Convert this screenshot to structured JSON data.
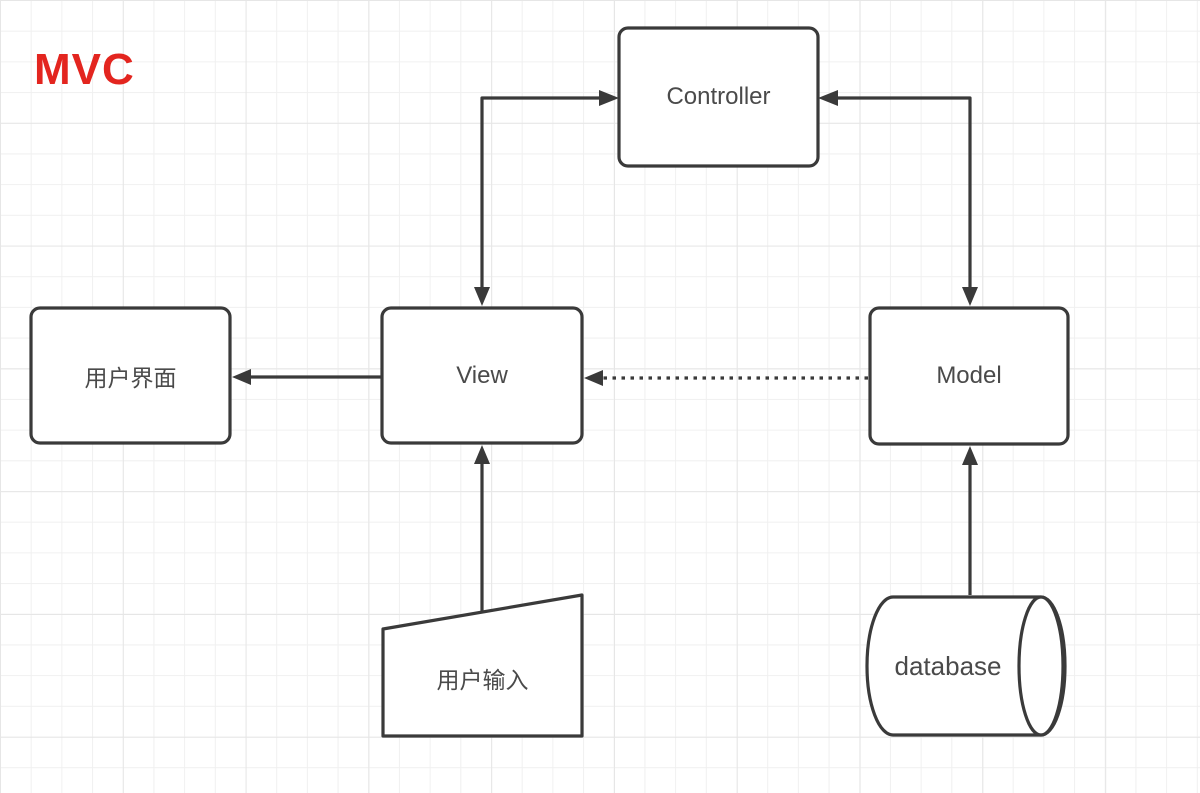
{
  "diagram": {
    "title": {
      "text": "MVC",
      "color": "#e3251f"
    },
    "nodes": [
      {
        "id": "controller",
        "label": "Controller",
        "shape": "rounded-rect"
      },
      {
        "id": "view",
        "label": "View",
        "shape": "rounded-rect"
      },
      {
        "id": "model",
        "label": "Model",
        "shape": "rounded-rect"
      },
      {
        "id": "user-interface",
        "label": "用户界面",
        "shape": "rounded-rect"
      },
      {
        "id": "user-input",
        "label": "用户输入",
        "shape": "manual-input-trapezoid"
      },
      {
        "id": "database",
        "label": "database",
        "shape": "horizontal-cylinder"
      }
    ],
    "edges": [
      {
        "from": "view",
        "to": "controller",
        "style": "solid",
        "direction": "both",
        "route": "elbow-up-right"
      },
      {
        "from": "model",
        "to": "controller",
        "style": "solid",
        "direction": "both",
        "route": "elbow-up-left"
      },
      {
        "from": "view",
        "to": "user-interface",
        "style": "solid",
        "direction": "forward",
        "route": "straight-left"
      },
      {
        "from": "model",
        "to": "view",
        "style": "dotted",
        "direction": "forward",
        "route": "straight-left"
      },
      {
        "from": "user-input",
        "to": "view",
        "style": "solid",
        "direction": "forward",
        "route": "straight-up"
      },
      {
        "from": "database",
        "to": "model",
        "style": "solid",
        "direction": "forward",
        "route": "straight-up"
      }
    ],
    "colors": {
      "stroke": "#3a3a3a",
      "label": "#4a4a4a",
      "background": "#ffffff",
      "grid_minor": "#f0f0f0",
      "grid_major": "#e6e6e6",
      "title_red": "#e3251f"
    }
  }
}
